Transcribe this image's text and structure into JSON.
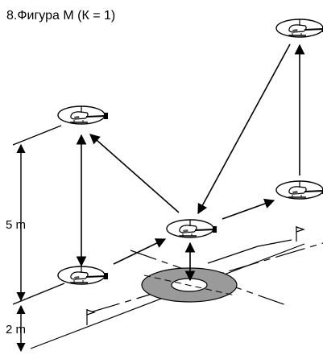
{
  "title": "8.Фигура М (К = 1)",
  "dimensions": {
    "height_label": "5 m",
    "distance_label": "2 m"
  }
}
